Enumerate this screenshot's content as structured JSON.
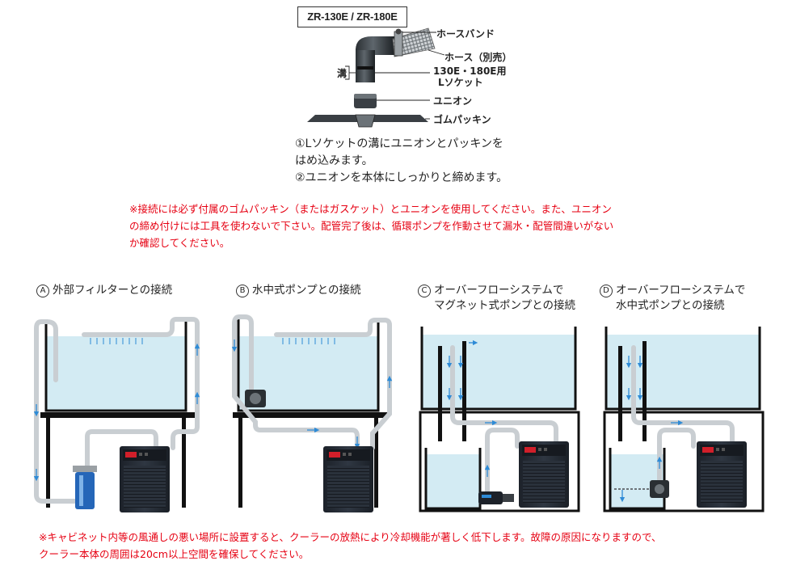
{
  "header": {
    "model_label": "ZR-130E / ZR-180E"
  },
  "parts_diagram": {
    "hose_band": "ホースバンド",
    "hose": "ホース（別売）",
    "groove": "溝",
    "l_socket_line1": "130E・180E用",
    "l_socket_line2": "Lソケット",
    "union": "ユニオン",
    "gasket": "ゴムパッキン"
  },
  "instructions": {
    "line1": "①Lソケットの溝にユニオンとパッキンを",
    "line2": "はめ込みます。",
    "line3": "②ユニオンを本体にしっかりと締めます。"
  },
  "warning_top": {
    "line1": "※接続には必ず付属のゴムパッキン（またはガスケット）とユニオンを使用してください。また、ユニオン",
    "line2": "の締め付けには工具を使わないで下さい。配管完了後は、循環ポンプを作動させて漏水・配管間違いがない",
    "line3": "か確認してください。"
  },
  "setups": [
    {
      "marker": "A",
      "title_line1": "外部フィルターとの接続",
      "title_line2": ""
    },
    {
      "marker": "B",
      "title_line1": "水中式ポンプとの接続",
      "title_line2": ""
    },
    {
      "marker": "C",
      "title_line1": "オーバーフローシステムで",
      "title_line2": "マグネット式ポンプとの接続"
    },
    {
      "marker": "D",
      "title_line1": "オーバーフローシステムで",
      "title_line2": "水中式ポンプとの接続"
    }
  ],
  "warning_bottom": {
    "line1": "※キャビネット内等の風通しの悪い場所に設置すると、クーラーの放熱により冷却機能が著しく低下します。故障の原因になりますので、",
    "line2": "クーラー本体の周囲は20cm以上空間を確保してください。"
  },
  "colors": {
    "warning_red": "#e60012",
    "water": "#d3ebf3",
    "pipe": "#c9ced2",
    "flow_arrow": "#2e8bd6",
    "cooler_body": "#232a33",
    "cooler_display": "#d11f2a",
    "filter_blue": "#2566b8"
  }
}
